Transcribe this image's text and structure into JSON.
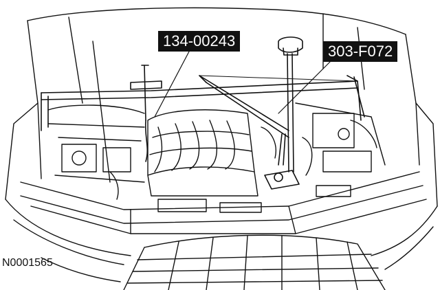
{
  "callouts": [
    {
      "label": "134-00243"
    },
    {
      "label": "303-F072"
    }
  ],
  "figure_id": "N0001565"
}
